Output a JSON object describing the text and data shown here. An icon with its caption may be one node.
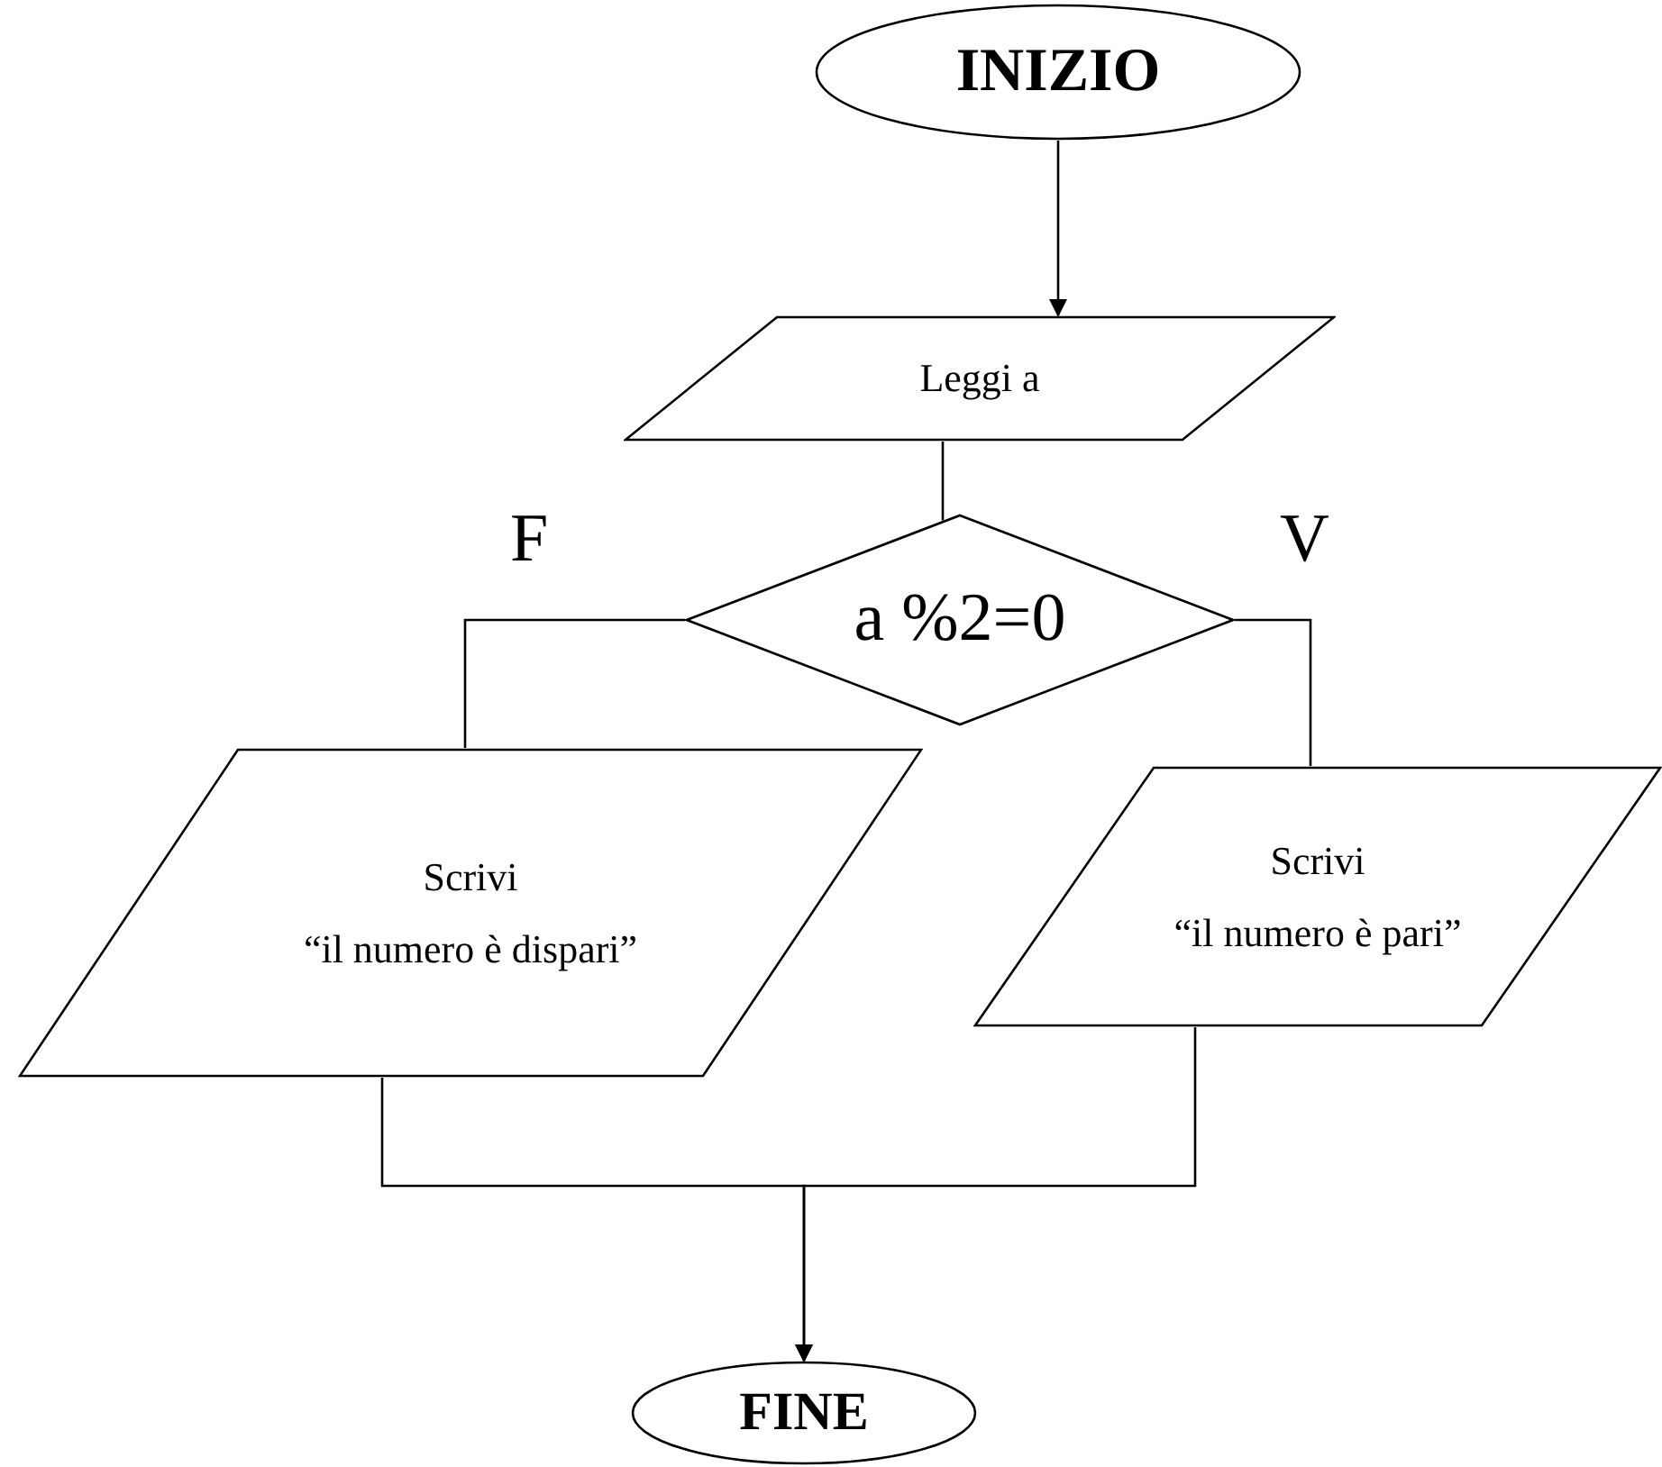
{
  "diagram": {
    "nodes": [
      {
        "text": [
          "INIZIO"
        ]
      },
      {
        "text": [
          "Leggi a"
        ]
      },
      {
        "text": [
          "a %2=0"
        ]
      },
      {
        "text": [
          "Scrivi",
          "“il numero è dispari”"
        ]
      },
      {
        "text": [
          "Scrivi",
          "“il numero è pari”"
        ]
      },
      {
        "text": [
          "FINE"
        ]
      }
    ],
    "edges": [
      {
        "from": 0,
        "to": 1,
        "arrow": "to"
      },
      {
        "from": 1,
        "to": 2,
        "arrow": "none"
      },
      {
        "from": 2,
        "to": 3,
        "arrow": "none",
        "label": "F"
      },
      {
        "from": 2,
        "to": 4,
        "arrow": "none",
        "label": "V"
      },
      {
        "from": 3,
        "to": 5,
        "arrow": "to"
      },
      {
        "from": 4,
        "to": 5,
        "arrow": "to"
      }
    ]
  }
}
